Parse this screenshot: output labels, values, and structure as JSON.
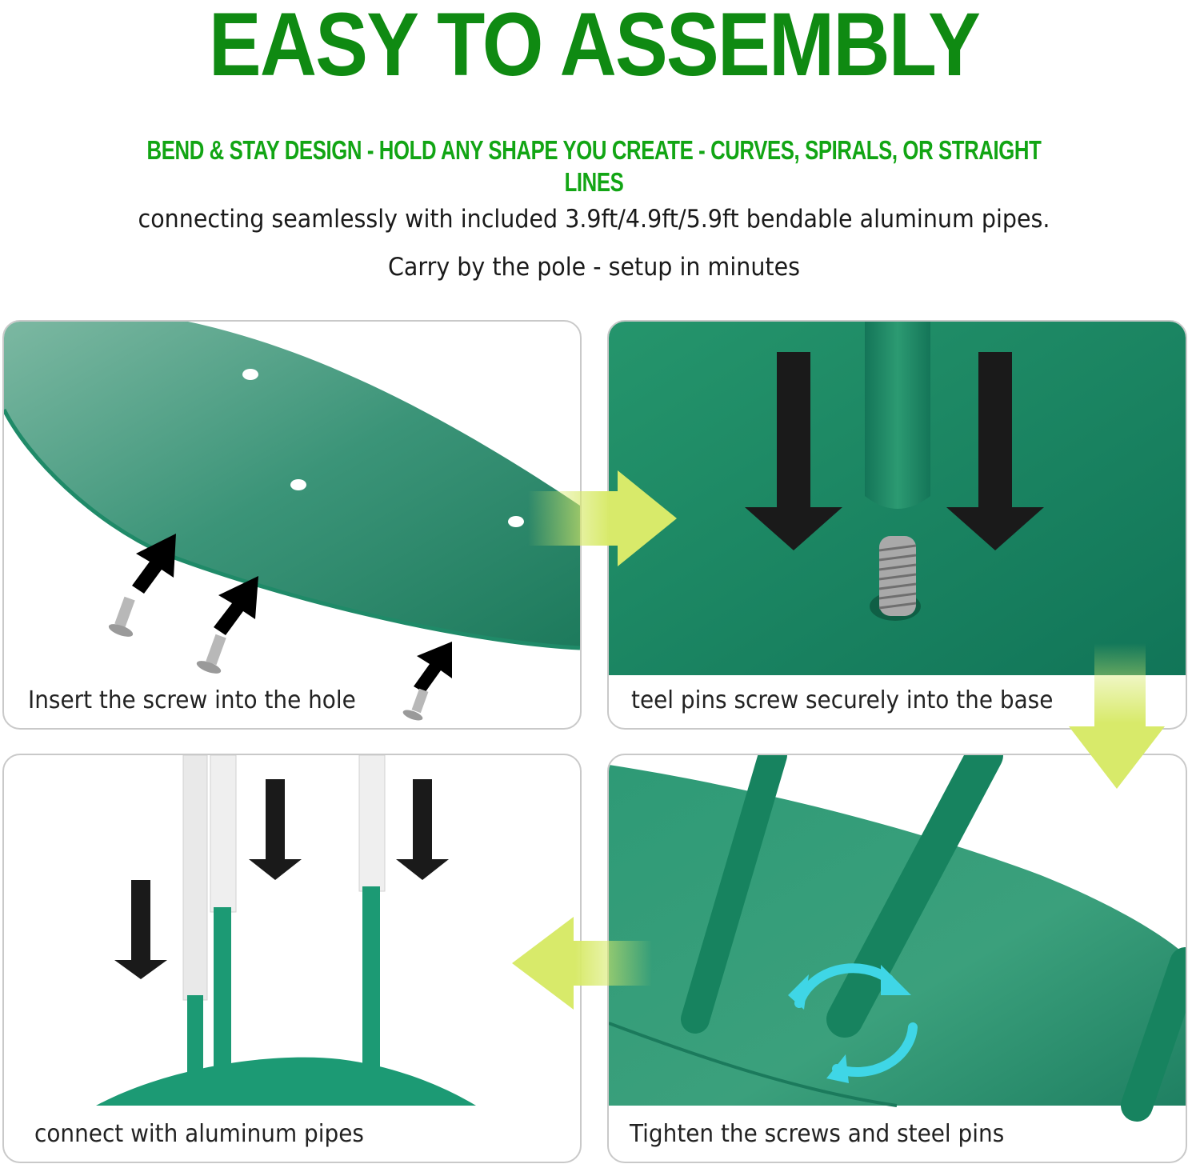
{
  "header": {
    "title": "EASY TO ASSEMBLY",
    "subtitle": "BEND & STAY DESIGN - HOLD ANY SHAPE YOU CREATE - CURVES, SPIRALS, OR STRAIGHT LINES",
    "description_line1": "connecting seamlessly with included 3.9ft/4.9ft/5.9ft bendable aluminum pipes.",
    "description_line2": "Carry by the pole - setup in minutes"
  },
  "steps": [
    {
      "caption": "Insert the screw into the hole",
      "icon": "screw-icon"
    },
    {
      "caption": "teel pins screw securely into the base",
      "icon": "steel-pin-icon"
    },
    {
      "caption": "connect with aluminum pipes",
      "icon": "pipe-icon"
    },
    {
      "caption": "Tighten the screws and steel pins",
      "icon": "rotate-icon"
    }
  ],
  "colors": {
    "title_green": "#0f8a12",
    "subtitle_green": "#12a514",
    "base_green": "#1e8a66",
    "flow_arrow": "#d8ea6a",
    "down_arrow": "#1a1a1a",
    "rotate_cyan": "#3fd6e6"
  }
}
